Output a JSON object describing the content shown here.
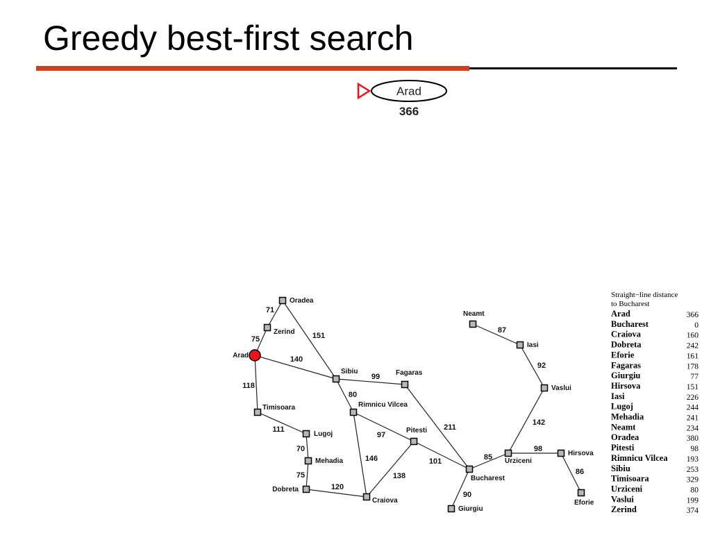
{
  "title": "Greedy best-first search",
  "search_tree": {
    "node_label": "Arad",
    "node_value": "366"
  },
  "cities": [
    {
      "name": "Oradea",
      "label": "Oradea"
    },
    {
      "name": "Zerind",
      "label": "Zerind"
    },
    {
      "name": "Arad",
      "label": "Arad"
    },
    {
      "name": "Timisoara",
      "label": "Timisoara"
    },
    {
      "name": "Lugoj",
      "label": "Lugoj"
    },
    {
      "name": "Mehadia",
      "label": "Mehadia"
    },
    {
      "name": "Dobreta",
      "label": "Dobreta"
    },
    {
      "name": "Craiova",
      "label": "Craiova"
    },
    {
      "name": "Sibiu",
      "label": "Sibiu"
    },
    {
      "name": "Rimnicu Vilcea",
      "label": "Rimnicu Vilcea"
    },
    {
      "name": "Fagaras",
      "label": "Fagaras"
    },
    {
      "name": "Pitesti",
      "label": "Pitesti"
    },
    {
      "name": "Bucharest",
      "label": "Bucharest"
    },
    {
      "name": "Giurgiu",
      "label": "Giurgiu"
    },
    {
      "name": "Urziceni",
      "label": "Urziceni"
    },
    {
      "name": "Hirsova",
      "label": "Hirsova"
    },
    {
      "name": "Eforie",
      "label": "Eforie"
    },
    {
      "name": "Vaslui",
      "label": "Vaslui"
    },
    {
      "name": "Iasi",
      "label": "Iasi"
    },
    {
      "name": "Neamt",
      "label": "Neamt"
    }
  ],
  "current_city": "Arad",
  "roads": [
    {
      "from": "Oradea",
      "to": "Zerind",
      "distance": "71"
    },
    {
      "from": "Zerind",
      "to": "Arad",
      "distance": "75"
    },
    {
      "from": "Oradea",
      "to": "Sibiu",
      "distance": "151"
    },
    {
      "from": "Arad",
      "to": "Sibiu",
      "distance": "140"
    },
    {
      "from": "Arad",
      "to": "Timisoara",
      "distance": "118"
    },
    {
      "from": "Timisoara",
      "to": "Lugoj",
      "distance": "111"
    },
    {
      "from": "Lugoj",
      "to": "Mehadia",
      "distance": "70"
    },
    {
      "from": "Mehadia",
      "to": "Dobreta",
      "distance": "75"
    },
    {
      "from": "Dobreta",
      "to": "Craiova",
      "distance": "120"
    },
    {
      "from": "Sibiu",
      "to": "Fagaras",
      "distance": "99"
    },
    {
      "from": "Sibiu",
      "to": "Rimnicu Vilcea",
      "distance": "80"
    },
    {
      "from": "Rimnicu Vilcea",
      "to": "Pitesti",
      "distance": "97"
    },
    {
      "from": "Rimnicu Vilcea",
      "to": "Craiova",
      "distance": "146"
    },
    {
      "from": "Craiova",
      "to": "Pitesti",
      "distance": "138"
    },
    {
      "from": "Pitesti",
      "to": "Bucharest",
      "distance": "101"
    },
    {
      "from": "Fagaras",
      "to": "Bucharest",
      "distance": "211"
    },
    {
      "from": "Bucharest",
      "to": "Giurgiu",
      "distance": "90"
    },
    {
      "from": "Bucharest",
      "to": "Urziceni",
      "distance": "85"
    },
    {
      "from": "Urziceni",
      "to": "Hirsova",
      "distance": "98"
    },
    {
      "from": "Hirsova",
      "to": "Eforie",
      "distance": "86"
    },
    {
      "from": "Urziceni",
      "to": "Vaslui",
      "distance": "142"
    },
    {
      "from": "Vaslui",
      "to": "Iasi",
      "distance": "92"
    },
    {
      "from": "Iasi",
      "to": "Neamt",
      "distance": "87"
    }
  ],
  "distance_table": {
    "heading_line1": "Straight−line distance",
    "heading_line2": "to Bucharest",
    "rows": [
      {
        "city": "Arad",
        "value": "366"
      },
      {
        "city": "Bucharest",
        "value": "0"
      },
      {
        "city": "Craiova",
        "value": "160"
      },
      {
        "city": "Dobreta",
        "value": "242"
      },
      {
        "city": "Eforie",
        "value": "161"
      },
      {
        "city": "Fagaras",
        "value": "178"
      },
      {
        "city": "Giurgiu",
        "value": "77"
      },
      {
        "city": "Hirsova",
        "value": "151"
      },
      {
        "city": "Iasi",
        "value": "226"
      },
      {
        "city": "Lugoj",
        "value": "244"
      },
      {
        "city": "Mehadia",
        "value": "241"
      },
      {
        "city": "Neamt",
        "value": "234"
      },
      {
        "city": "Oradea",
        "value": "380"
      },
      {
        "city": "Pitesti",
        "value": "98"
      },
      {
        "city": "Rimnicu Vilcea",
        "value": "193"
      },
      {
        "city": "Sibiu",
        "value": "253"
      },
      {
        "city": "Timisoara",
        "value": "329"
      },
      {
        "city": "Urziceni",
        "value": "80"
      },
      {
        "city": "Vaslui",
        "value": "199"
      },
      {
        "city": "Zerind",
        "value": "374"
      }
    ]
  },
  "colors": {
    "accent_red": "#d0401b",
    "current_node": "#e8141b",
    "city_fill": "#b8b8b8",
    "tree_marker": "#e8141b"
  }
}
